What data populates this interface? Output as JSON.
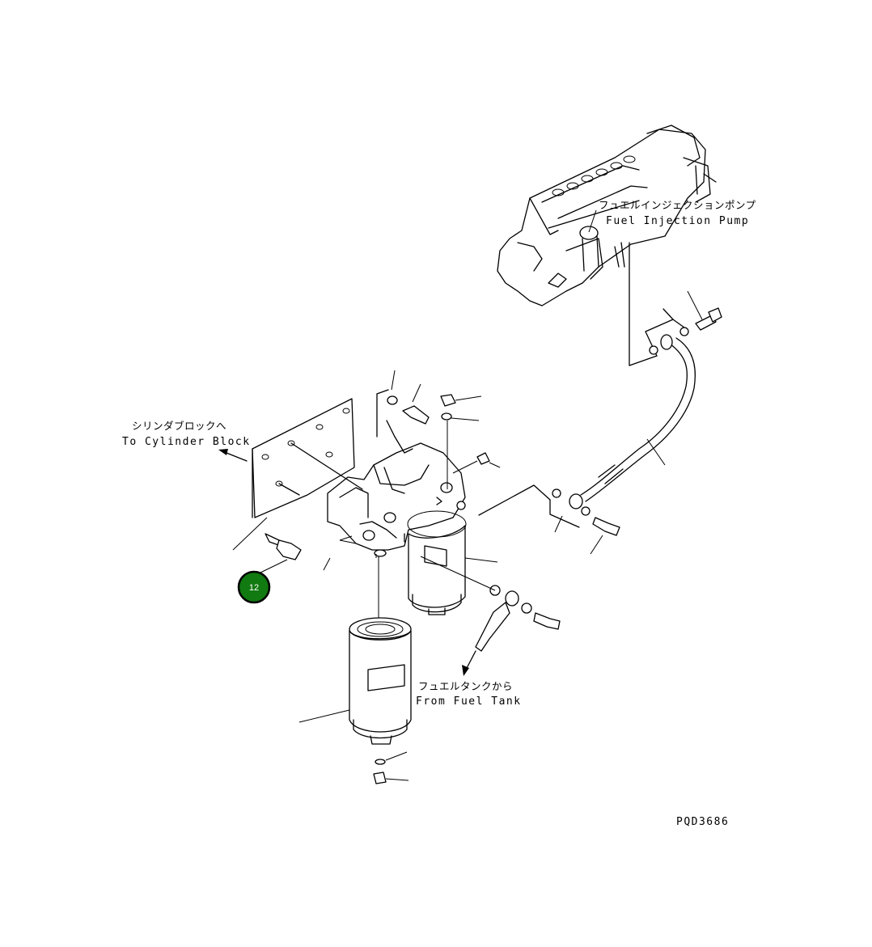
{
  "labels": {
    "pump_jp": "フュエルインジェクションポンプ",
    "pump_en": "Fuel Injection Pump",
    "cylinder_jp": "シリンダブロックへ",
    "cylinder_en": "To Cylinder Block",
    "tank_jp": "フュエルタンクから",
    "tank_en": "From Fuel Tank",
    "drawing_id": "PQD3686"
  },
  "callouts": [
    {
      "number": "12",
      "color": "#117a11"
    }
  ]
}
